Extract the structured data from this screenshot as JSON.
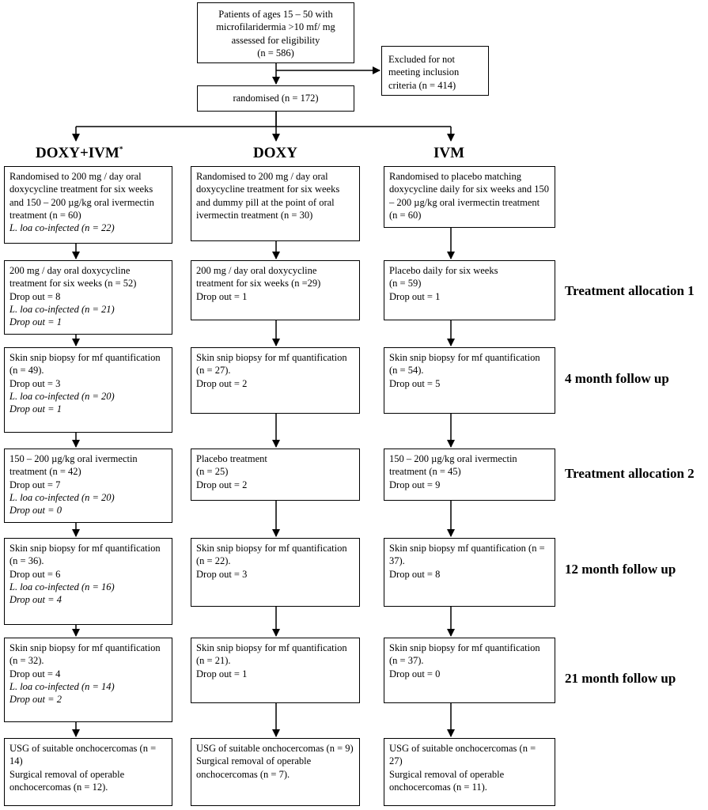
{
  "top": {
    "eligibility": "Patients of ages 15 – 50 with microfilaridermia >10 mf/ mg assessed for eligibility\n(n = 586)",
    "excluded": "Excluded for not meeting inclusion criteria (n = 414)",
    "randomised": "randomised (n = 172)"
  },
  "headers": {
    "doxy_ivm": "DOXY+IVM",
    "doxy_ivm_mark": "*",
    "doxy": "DOXY",
    "ivm": "IVM"
  },
  "stages": {
    "treatment_allocation_1": "Treatment allocation 1",
    "month4": "4 month follow up",
    "treatment_allocation_2": "Treatment allocation 2",
    "month12": "12 month follow up",
    "month21": "21 month follow up"
  },
  "col1": {
    "r1": {
      "text": "Randomised to 200 mg / day oral doxycycline treatment for six weeks and 150 – 200 µg/kg oral ivermectin treatment (n = 60)",
      "loa": "L. loa co-infected (n = 22)"
    },
    "r2": {
      "text": "200 mg / day oral doxycycline treatment for six weeks (n = 52)\nDrop out = 8",
      "loa": "L. loa co-infected (n = 21)\nDrop out = 1"
    },
    "r3": {
      "text": "Skin snip biopsy for mf quantification (n = 49).\nDrop out = 3",
      "loa": "L. loa co-infected (n = 20)\nDrop out = 1"
    },
    "r4": {
      "text": "150 – 200 µg/kg oral ivermectin treatment (n = 42)\nDrop out = 7",
      "loa": "L. loa co-infected (n = 20)\nDrop out = 0"
    },
    "r5": {
      "text": "Skin snip biopsy for mf quantification (n = 36).\nDrop out = 6",
      "loa": "L. loa co-infected (n = 16)\nDrop out = 4"
    },
    "r6": {
      "text": "Skin snip biopsy for mf quantification (n = 32).\nDrop out = 4",
      "loa": "L. loa co-infected (n = 14)\nDrop out = 2"
    },
    "r7": {
      "text": "USG of suitable onchocercomas (n = 14)\nSurgical removal of operable onchocercomas (n = 12)."
    }
  },
  "col2": {
    "r1": "Randomised to 200 mg / day oral doxycycline treatment for six weeks and dummy pill at the point of oral ivermectin treatment (n = 30)",
    "r2": "200 mg / day oral doxycycline treatment for six weeks (n =29)\nDrop out = 1",
    "r3": "Skin snip biopsy for mf quantification (n = 27).\nDrop out = 2",
    "r4": "Placebo treatment\n (n = 25)\nDrop out = 2",
    "r5": "Skin snip biopsy for mf quantification (n = 22).\nDrop out = 3",
    "r6": "Skin snip biopsy for mf quantification (n = 21).\nDrop out = 1",
    "r7": "USG of suitable onchocercomas (n = 9)\nSurgical removal of operable onchocercomas (n = 7)."
  },
  "col3": {
    "r1": "Randomised to placebo matching doxycycline daily for six weeks and 150 – 200 µg/kg oral ivermectin treatment (n = 60)",
    "r2": "Placebo daily for six weeks\n(n = 59)\nDrop out = 1",
    "r3": "Skin snip biopsy for mf quantification (n = 54).\nDrop out = 5",
    "r4": "150 – 200 µg/kg oral ivermectin treatment (n = 45)\nDrop out = 9",
    "r5": "Skin snip biopsy mf quantification (n = 37).\nDrop out = 8",
    "r6": "Skin snip biopsy for mf quantification (n = 37).\nDrop out = 0",
    "r7": "USG of suitable onchocercomas (n = 27)\nSurgical removal of operable onchocercomas (n = 11)."
  }
}
